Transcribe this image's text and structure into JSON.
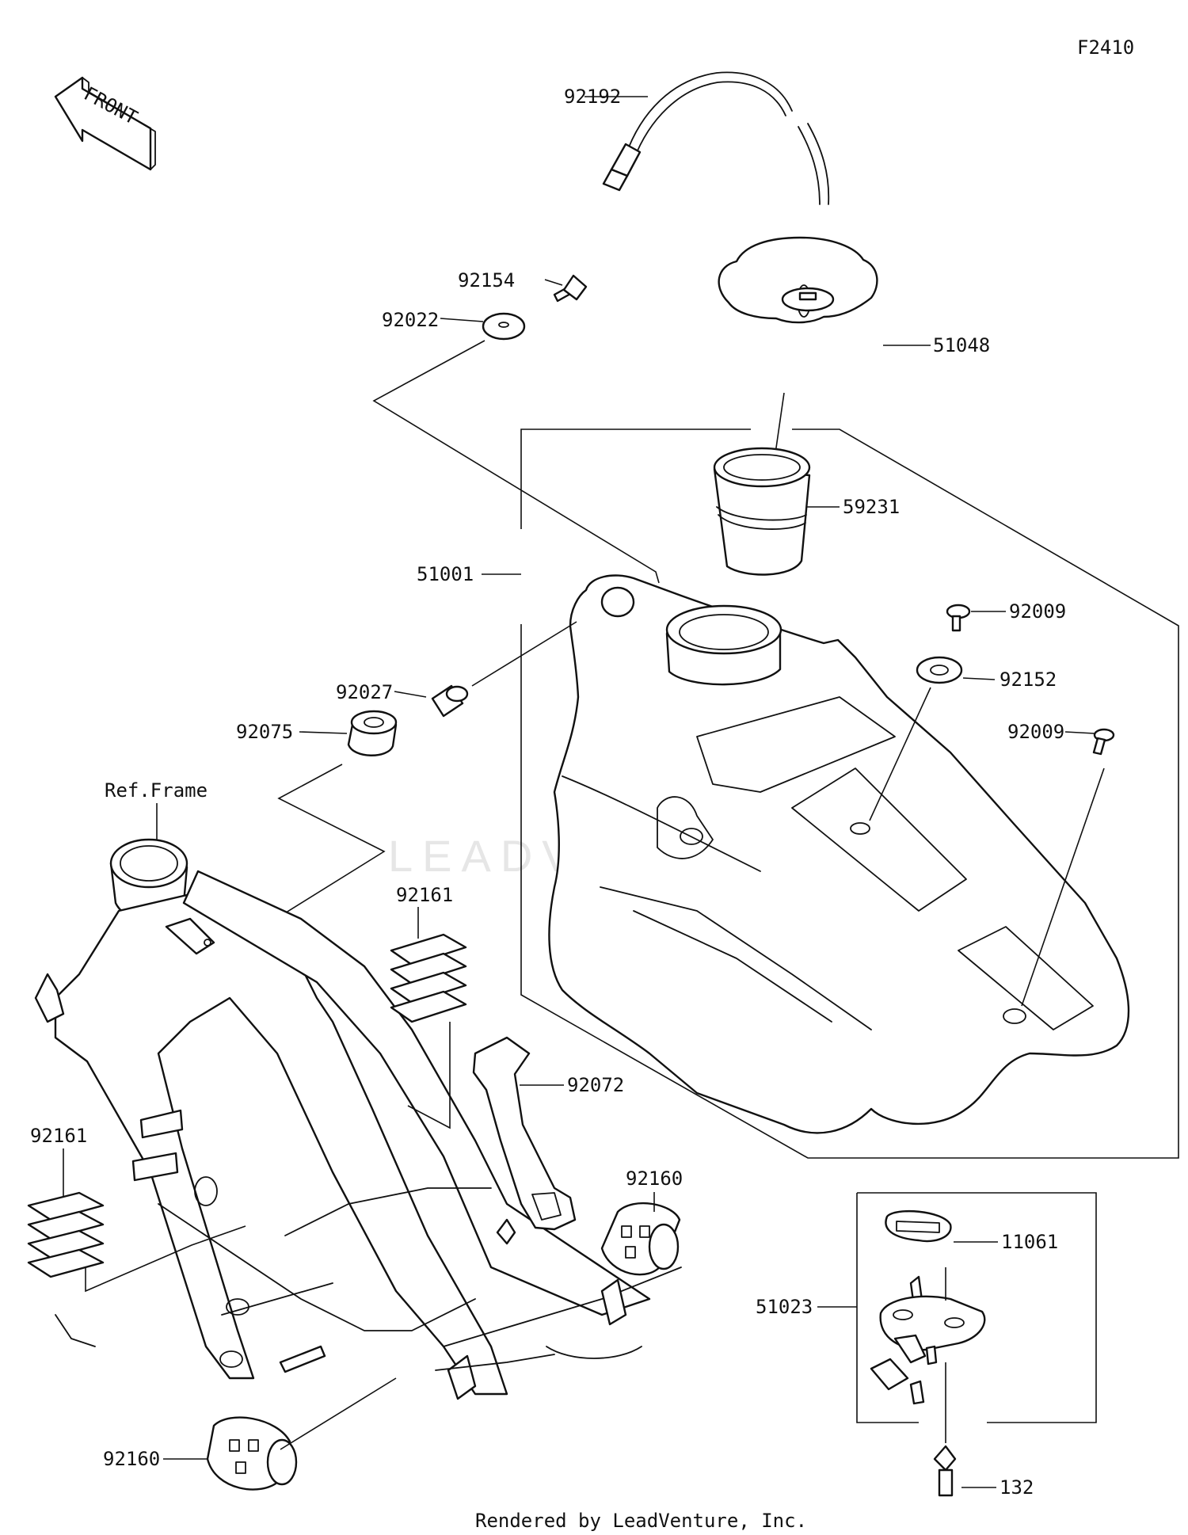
{
  "figure_code": "F2410",
  "front_arrow": "FRONT",
  "ref_label": "Ref.Frame",
  "watermark": "LEADVENTURE",
  "footer": "Rendered by LeadVenture, Inc.",
  "callouts": {
    "p92192": "92192",
    "p92154": "92154",
    "p92022": "92022",
    "p51048": "51048",
    "p59231": "59231",
    "p51001": "51001",
    "p92009a": "92009",
    "p92152": "92152",
    "p92009b": "92009",
    "p92027": "92027",
    "p92075": "92075",
    "p92161a": "92161",
    "p92072": "92072",
    "p92161b": "92161",
    "p92160a": "92160",
    "p11061": "11061",
    "p51023": "51023",
    "p92160b": "92160",
    "p132": "132"
  }
}
